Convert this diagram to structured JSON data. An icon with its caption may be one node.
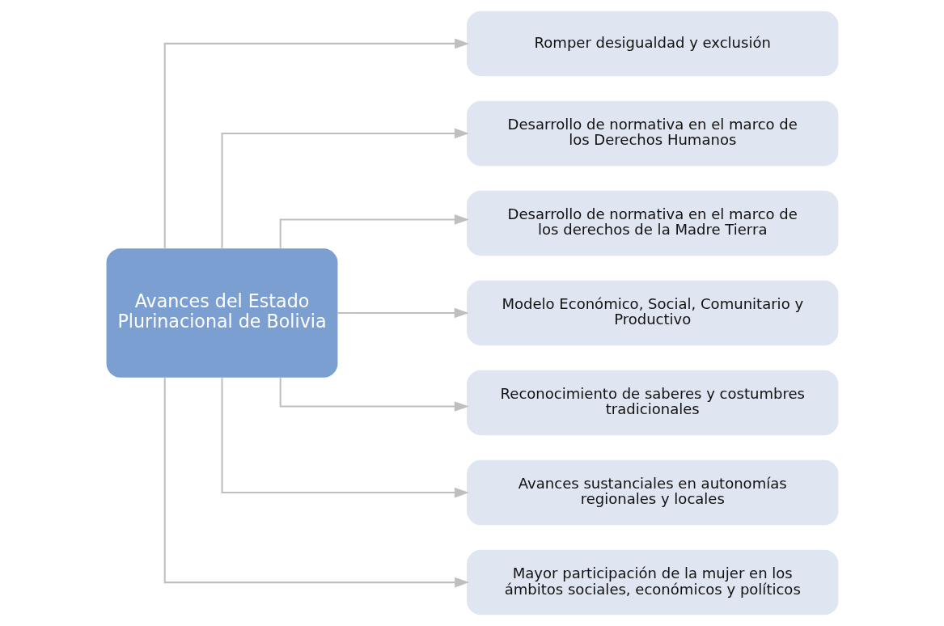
{
  "diagram": {
    "nodes": [
      {
        "text": [
          "Avances del Estado Plurinacional de Bolivia"
        ]
      },
      {
        "text": [
          "Romper desigualdad y exclusión"
        ]
      },
      {
        "text": [
          "Desarrollo de normativa en el marco de los Derechos Humanos"
        ]
      },
      {
        "text": [
          "Desarrollo de normativa en el marco de los derechos de la Madre Tierra"
        ]
      },
      {
        "text": [
          "Modelo Económico, Social, Comunitario y Productivo"
        ]
      },
      {
        "text": [
          "Reconocimiento de saberes y costumbres tradicionales"
        ]
      },
      {
        "text": [
          "Avances sustanciales en autonomías regionales y locales"
        ]
      },
      {
        "text": [
          "Mayor participación de la mujer en los ámbitos sociales, económicos y políticos"
        ]
      }
    ],
    "edges": [
      {
        "from": 0,
        "to": 1,
        "arrow": "to"
      },
      {
        "from": 0,
        "to": 2,
        "arrow": "to"
      },
      {
        "from": 0,
        "to": 3,
        "arrow": "to"
      },
      {
        "from": 0,
        "to": 4,
        "arrow": "to"
      },
      {
        "from": 0,
        "to": 5,
        "arrow": "to"
      },
      {
        "from": 0,
        "to": 6,
        "arrow": "to"
      },
      {
        "from": 0,
        "to": 7,
        "arrow": "to"
      }
    ]
  }
}
